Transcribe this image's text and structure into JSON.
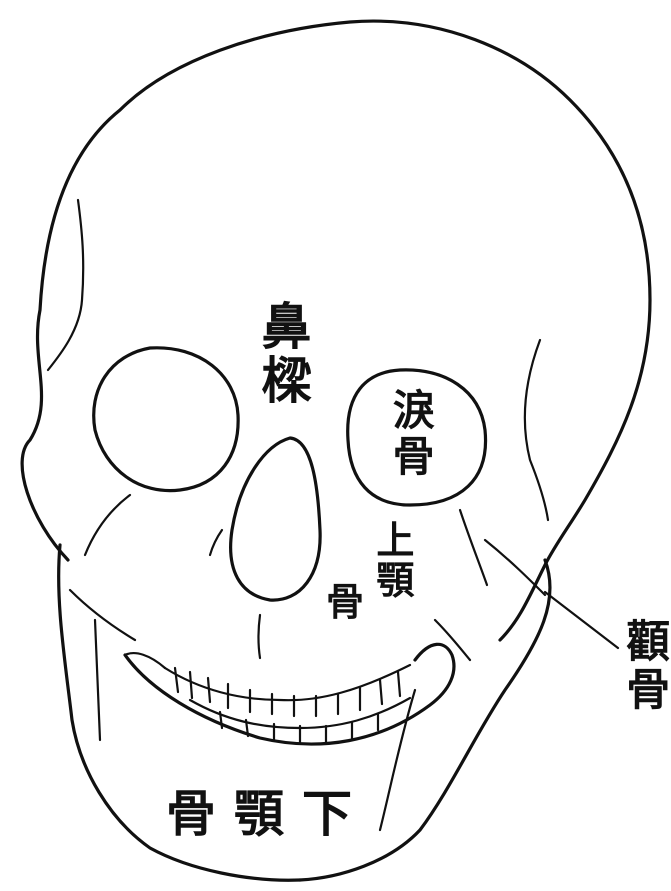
{
  "labels": {
    "nasal_bone": "鼻樑",
    "lacrimal_bone": "淚骨",
    "maxilla_top": "上顎",
    "maxilla_bottom": "骨",
    "zygomatic_bone": "顴骨",
    "mandible": "骨顎下"
  },
  "colors": {
    "ink": "#111111",
    "paper": "#ffffff"
  }
}
